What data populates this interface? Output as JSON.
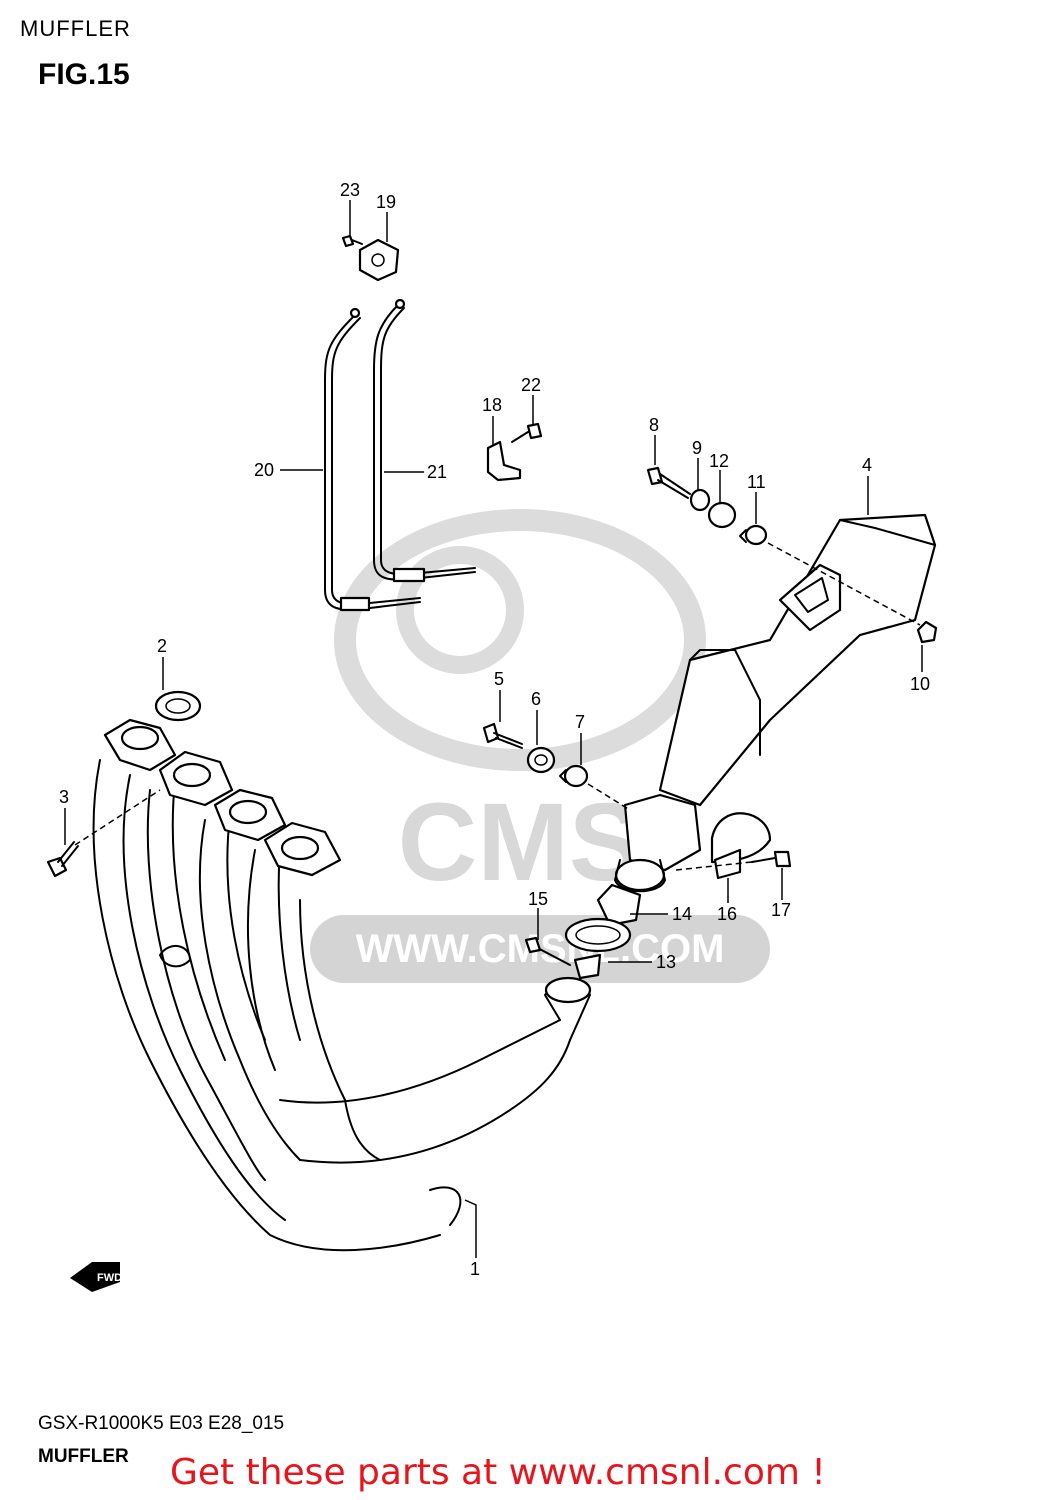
{
  "header": {
    "title": "MUFFLER",
    "figure": "FIG.15"
  },
  "footer": {
    "model_code": "GSX-R1000K5 E03 E28_015",
    "section": "MUFFLER"
  },
  "promo": "Get these parts at www.cmsnl.com !",
  "watermark": {
    "brand": "CMS",
    "url": "WWW.CMSNL.COM"
  },
  "direction_badge": "FWD",
  "callouts": [
    "1",
    "2",
    "3",
    "4",
    "5",
    "6",
    "7",
    "8",
    "9",
    "10",
    "11",
    "12",
    "13",
    "14",
    "15",
    "16",
    "17",
    "18",
    "19",
    "20",
    "21",
    "22",
    "23"
  ],
  "colors": {
    "promo": "#e8141c",
    "watermark": "#d4d4d4"
  }
}
